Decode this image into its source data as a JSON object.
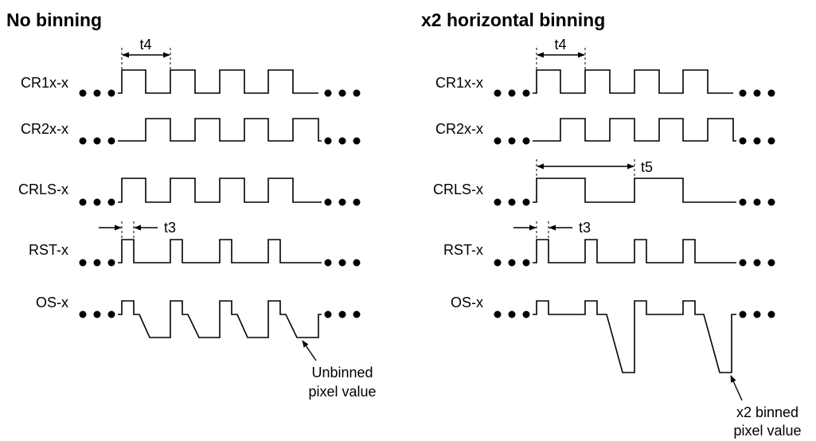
{
  "left_panel": {
    "title": "No binning",
    "signals": {
      "cr1": "CR1x-x",
      "cr2": "CR2x-x",
      "crls": "CRLS-x",
      "rst": "RST-x",
      "os": "OS-x"
    },
    "t4_label": "t4",
    "t3_label": "t3",
    "annotation_line1": "Unbinned",
    "annotation_line2": "pixel value"
  },
  "right_panel": {
    "title": "x2 horizontal binning",
    "signals": {
      "cr1": "CR1x-x",
      "cr2": "CR2x-x",
      "crls": "CRLS-x",
      "rst": "RST-x",
      "os": "OS-x"
    },
    "t4_label": "t4",
    "t5_label": "t5",
    "t3_label": "t3",
    "annotation_line1": "x2 binned",
    "annotation_line2": "pixel value"
  }
}
